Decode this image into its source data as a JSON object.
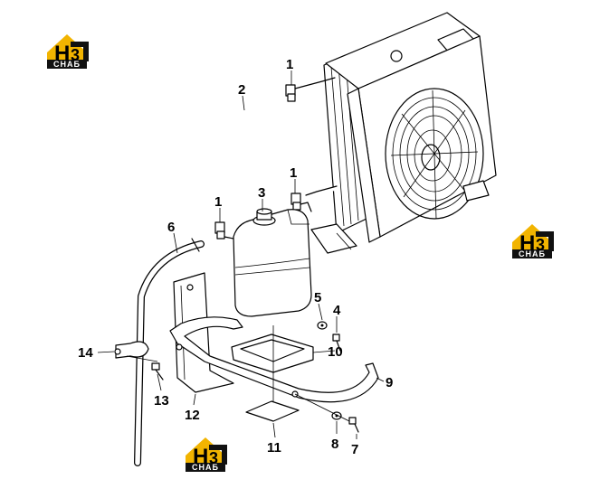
{
  "callouts": {
    "c1a": "1",
    "c1b": "1",
    "c1c": "1",
    "c2": "2",
    "c3": "3",
    "c4": "4",
    "c5": "5",
    "c6": "6",
    "c7": "7",
    "c8": "8",
    "c9": "9",
    "c10": "10",
    "c11": "11",
    "c12": "12",
    "c13": "13",
    "c14": "14"
  },
  "logo": {
    "text": "CHAБ",
    "colors": {
      "yellow": "#f2b400",
      "black": "#111111"
    }
  }
}
